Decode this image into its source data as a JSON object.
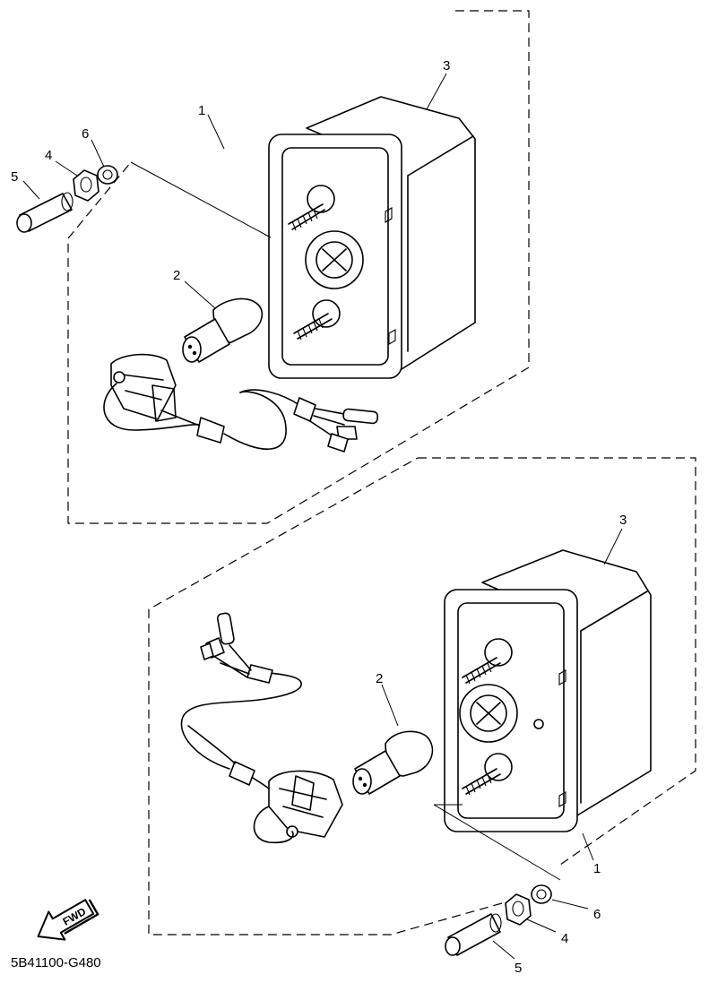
{
  "diagram": {
    "callouts_upper": {
      "c1": "1",
      "c2": "2",
      "c3": "3",
      "c4": "4",
      "c5": "5",
      "c6": "6"
    },
    "callouts_lower": {
      "c1": "1",
      "c2": "2",
      "c3": "3",
      "c4": "4",
      "c5": "5",
      "c6": "6"
    },
    "fwd_label": "FWD",
    "figure_code": "5B41100-G480"
  }
}
